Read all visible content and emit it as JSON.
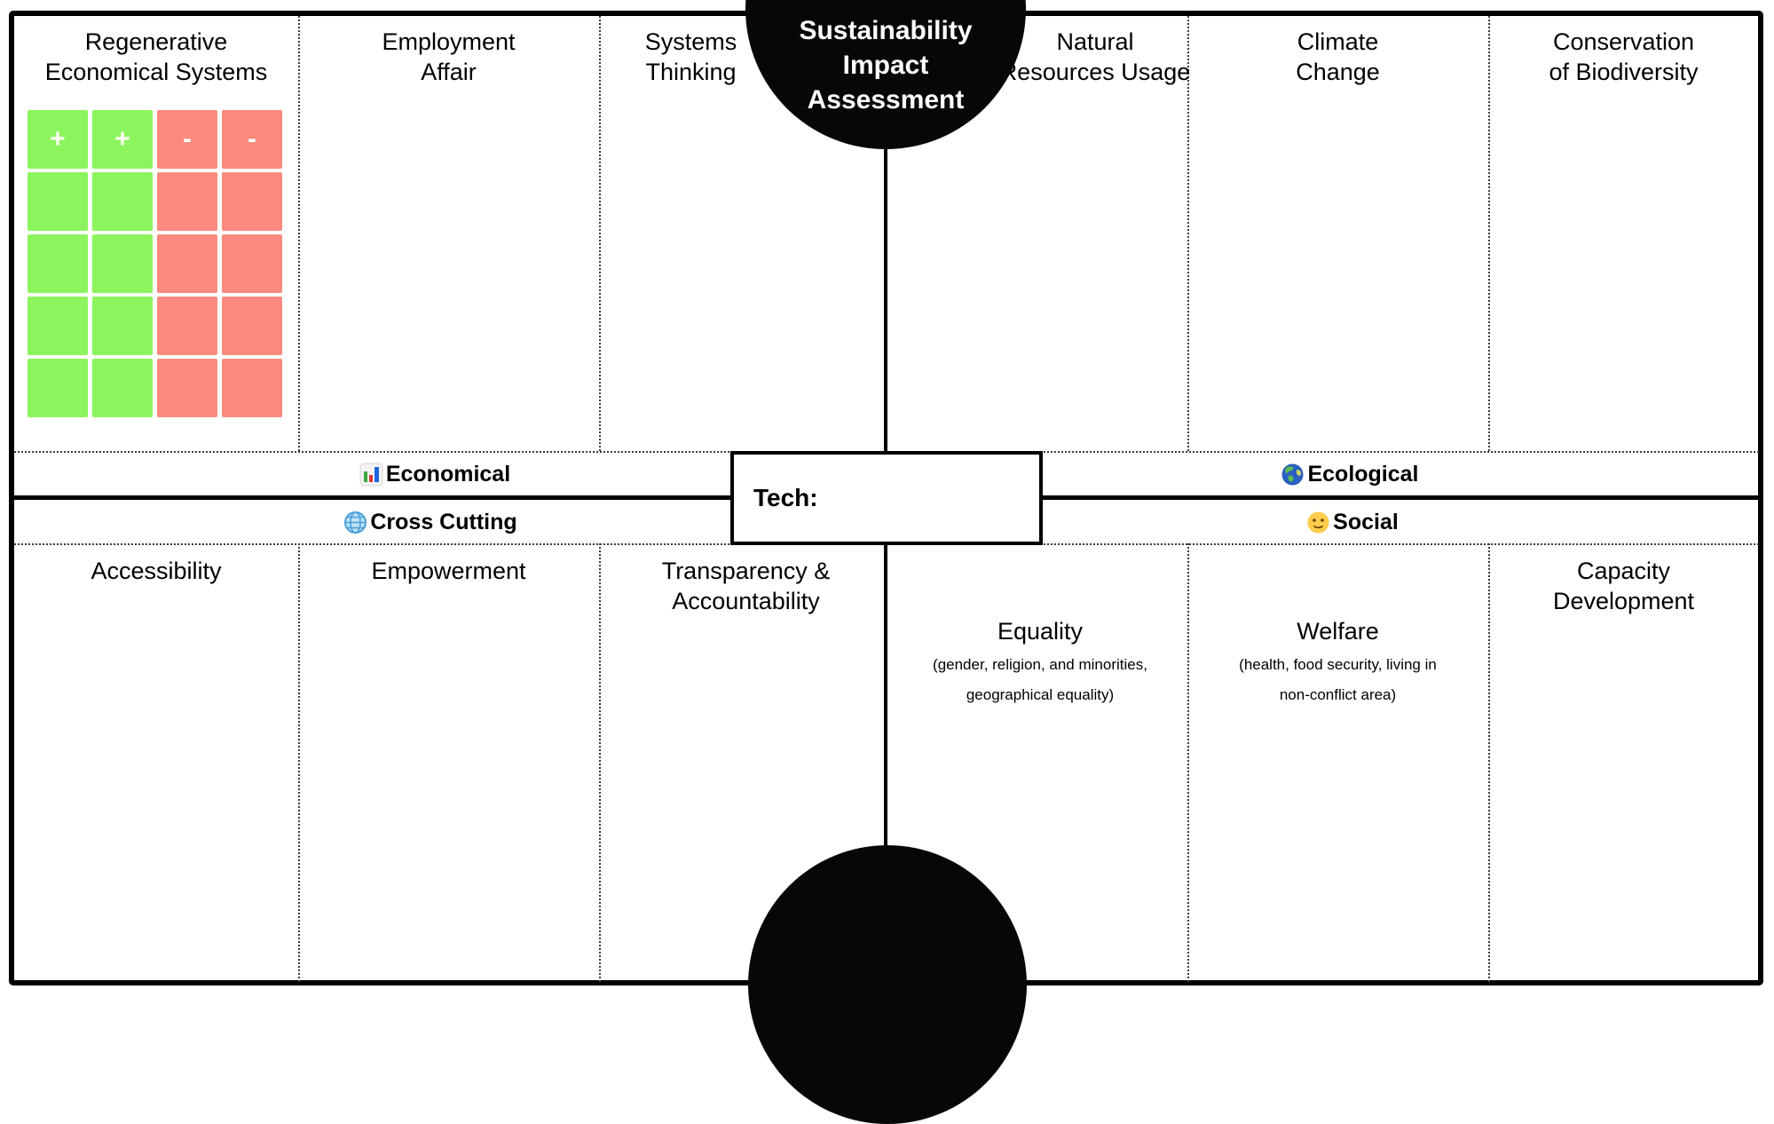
{
  "header_circle": {
    "title": "Sustainability\nImpact\nAssessment"
  },
  "tech_box": {
    "label": "Tech:"
  },
  "axis_labels": {
    "economical": {
      "label": "Economical",
      "icon": "bar-chart-icon"
    },
    "cross_cutting": {
      "label": "Cross Cutting",
      "icon": "globe-icon"
    },
    "ecological": {
      "label": "Ecological",
      "icon": "earth-icon"
    },
    "social": {
      "label": "Social",
      "icon": "smiley-icon"
    }
  },
  "top_row_categories": [
    {
      "label": "Regenerative\nEconomical Systems"
    },
    {
      "label": "Employment\nAffair"
    },
    {
      "label": "Systems\nThinking"
    },
    {
      "label": "Natural\nResources Usage"
    },
    {
      "label": "Climate\nChange"
    },
    {
      "label": "Conservation\nof Biodiversity"
    }
  ],
  "bottom_row_categories": [
    {
      "label": "Accessibility",
      "sub": ""
    },
    {
      "label": "Empowerment",
      "sub": ""
    },
    {
      "label": "Transparency &\nAccountability",
      "sub": ""
    },
    {
      "label": "Equality",
      "sub": "(gender, religion, and minorities, geographical equality)"
    },
    {
      "label": "Welfare",
      "sub": "(health, food security, living in non-conflict area)"
    },
    {
      "label": "Capacity\nDevelopment",
      "sub": ""
    }
  ],
  "sticky_notes": {
    "symbols": [
      "+",
      "+",
      "-",
      "-"
    ],
    "grid": {
      "columns": 4,
      "rows": 5
    },
    "column_types": [
      "positive",
      "positive",
      "negative",
      "negative"
    ],
    "positive_color": "#8cf45c",
    "negative_color": "#fa8a7e"
  },
  "colors": {
    "canvas_line": "#000000",
    "circle_fill": "#070707",
    "circle_text": "#ffffff"
  }
}
